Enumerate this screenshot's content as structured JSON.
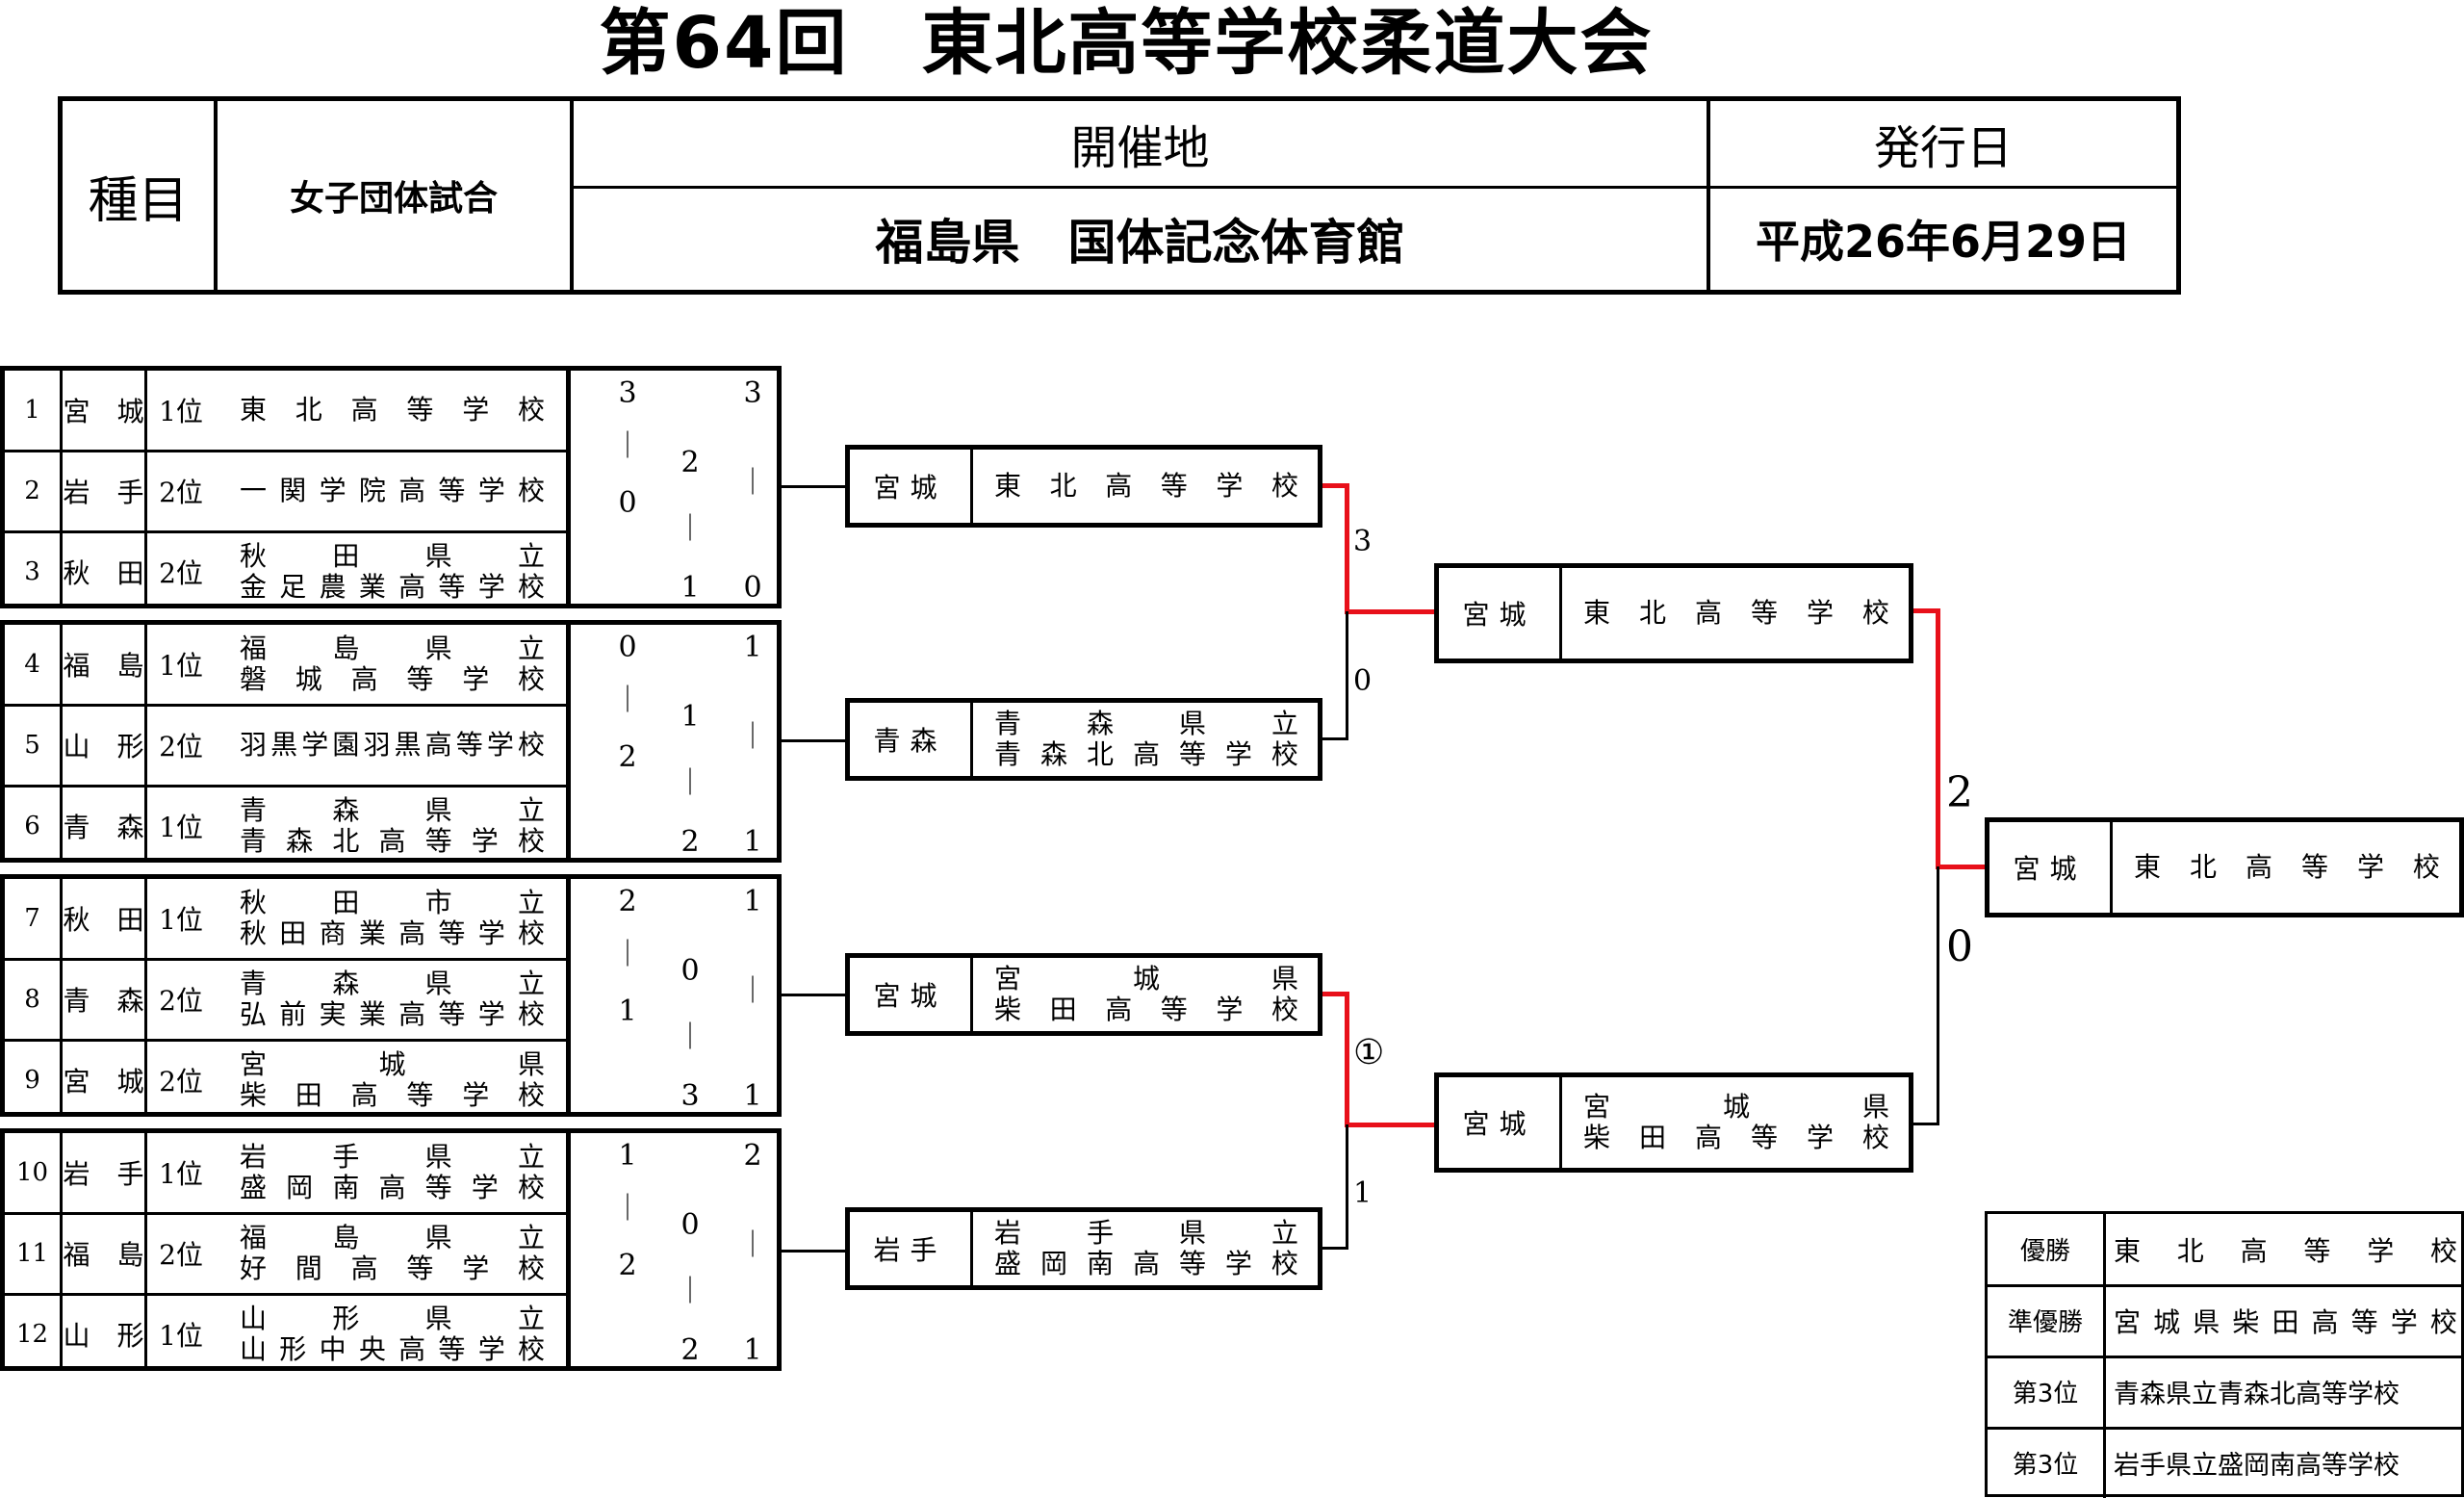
{
  "title": "第64回　東北高等学校柔道大会",
  "header": {
    "event_label": "種目",
    "event_value": "女子団体試合",
    "venue_label": "開催地",
    "venue_value": "福島県　国体記念体育館",
    "date_label": "発行日",
    "date_value": "平成26年6月29日"
  },
  "entrants": [
    {
      "no": "1",
      "pref": "宮　城",
      "rank": "1位",
      "school": [
        "東北高等学校"
      ]
    },
    {
      "no": "2",
      "pref": "岩　手",
      "rank": "2位",
      "school": [
        "一関学院高等学校"
      ]
    },
    {
      "no": "3",
      "pref": "秋　田",
      "rank": "2位",
      "school": [
        "秋田県立",
        "金足農業高等学校"
      ]
    },
    {
      "no": "4",
      "pref": "福　島",
      "rank": "1位",
      "school": [
        "福島県立",
        "磐城高等学校"
      ]
    },
    {
      "no": "5",
      "pref": "山　形",
      "rank": "2位",
      "school": [
        "羽黒学園羽黒高等学校"
      ]
    },
    {
      "no": "6",
      "pref": "青　森",
      "rank": "1位",
      "school": [
        "青森県立",
        "青森北高等学校"
      ]
    },
    {
      "no": "7",
      "pref": "秋　田",
      "rank": "1位",
      "school": [
        "秋田市立",
        "秋田商業高等学校"
      ]
    },
    {
      "no": "8",
      "pref": "青　森",
      "rank": "2位",
      "school": [
        "青森県立",
        "弘前実業高等学校"
      ]
    },
    {
      "no": "9",
      "pref": "宮　城",
      "rank": "2位",
      "school": [
        "宮城県",
        "柴田高等学校"
      ]
    },
    {
      "no": "10",
      "pref": "岩　手",
      "rank": "1位",
      "school": [
        "岩手県立",
        "盛岡南高等学校"
      ]
    },
    {
      "no": "11",
      "pref": "福　島",
      "rank": "2位",
      "school": [
        "福島県立",
        "好間高等学校"
      ]
    },
    {
      "no": "12",
      "pref": "山　形",
      "rank": "1位",
      "school": [
        "山形県立",
        "山形中央高等学校"
      ]
    }
  ],
  "pool_scores": [
    {
      "s1": "3",
      "s2": "3",
      "s3": "2",
      "s4": "0",
      "s5": "1",
      "s6": "0"
    },
    {
      "s1": "0",
      "s2": "1",
      "s3": "1",
      "s4": "2",
      "s5": "2",
      "s6": "1"
    },
    {
      "s1": "2",
      "s2": "1",
      "s3": "0",
      "s4": "1",
      "s5": "3",
      "s6": "1"
    },
    {
      "s1": "1",
      "s2": "2",
      "s3": "0",
      "s4": "2",
      "s5": "2",
      "s6": "1"
    }
  ],
  "bar": "｜",
  "round1": [
    {
      "pref": "宮城",
      "school": [
        "東北高等学校"
      ]
    },
    {
      "pref": "青森",
      "school": [
        "青森県立",
        "青森北高等学校"
      ]
    },
    {
      "pref": "宮城",
      "school": [
        "宮城県",
        "柴田高等学校"
      ]
    },
    {
      "pref": "岩手",
      "school": [
        "岩手県立",
        "盛岡南高等学校"
      ]
    }
  ],
  "semi": [
    {
      "pref": "宮城",
      "school": [
        "東北高等学校"
      ]
    },
    {
      "pref": "宮城",
      "school": [
        "宮城県",
        "柴田高等学校"
      ]
    }
  ],
  "final": {
    "pref": "宮城",
    "school": [
      "東北高等学校"
    ]
  },
  "bracket_scores": {
    "sf1_top": "3",
    "sf1_bottom": "0",
    "sf2_top": "①",
    "sf2_bottom": "1",
    "final_top": "2",
    "final_bottom": "0"
  },
  "results": [
    {
      "label": "優勝",
      "value": "東北高等学校",
      "spread": true
    },
    {
      "label": "準優勝",
      "value": "宮城県柴田高等学校",
      "spread": true
    },
    {
      "label": "第3位",
      "value": "青森県立青森北高等学校",
      "spread": false
    },
    {
      "label": "第3位",
      "value": "岩手県立盛岡南高等学校",
      "spread": false
    }
  ],
  "colors": {
    "winner_line": "#e8101a",
    "line": "#000000"
  }
}
